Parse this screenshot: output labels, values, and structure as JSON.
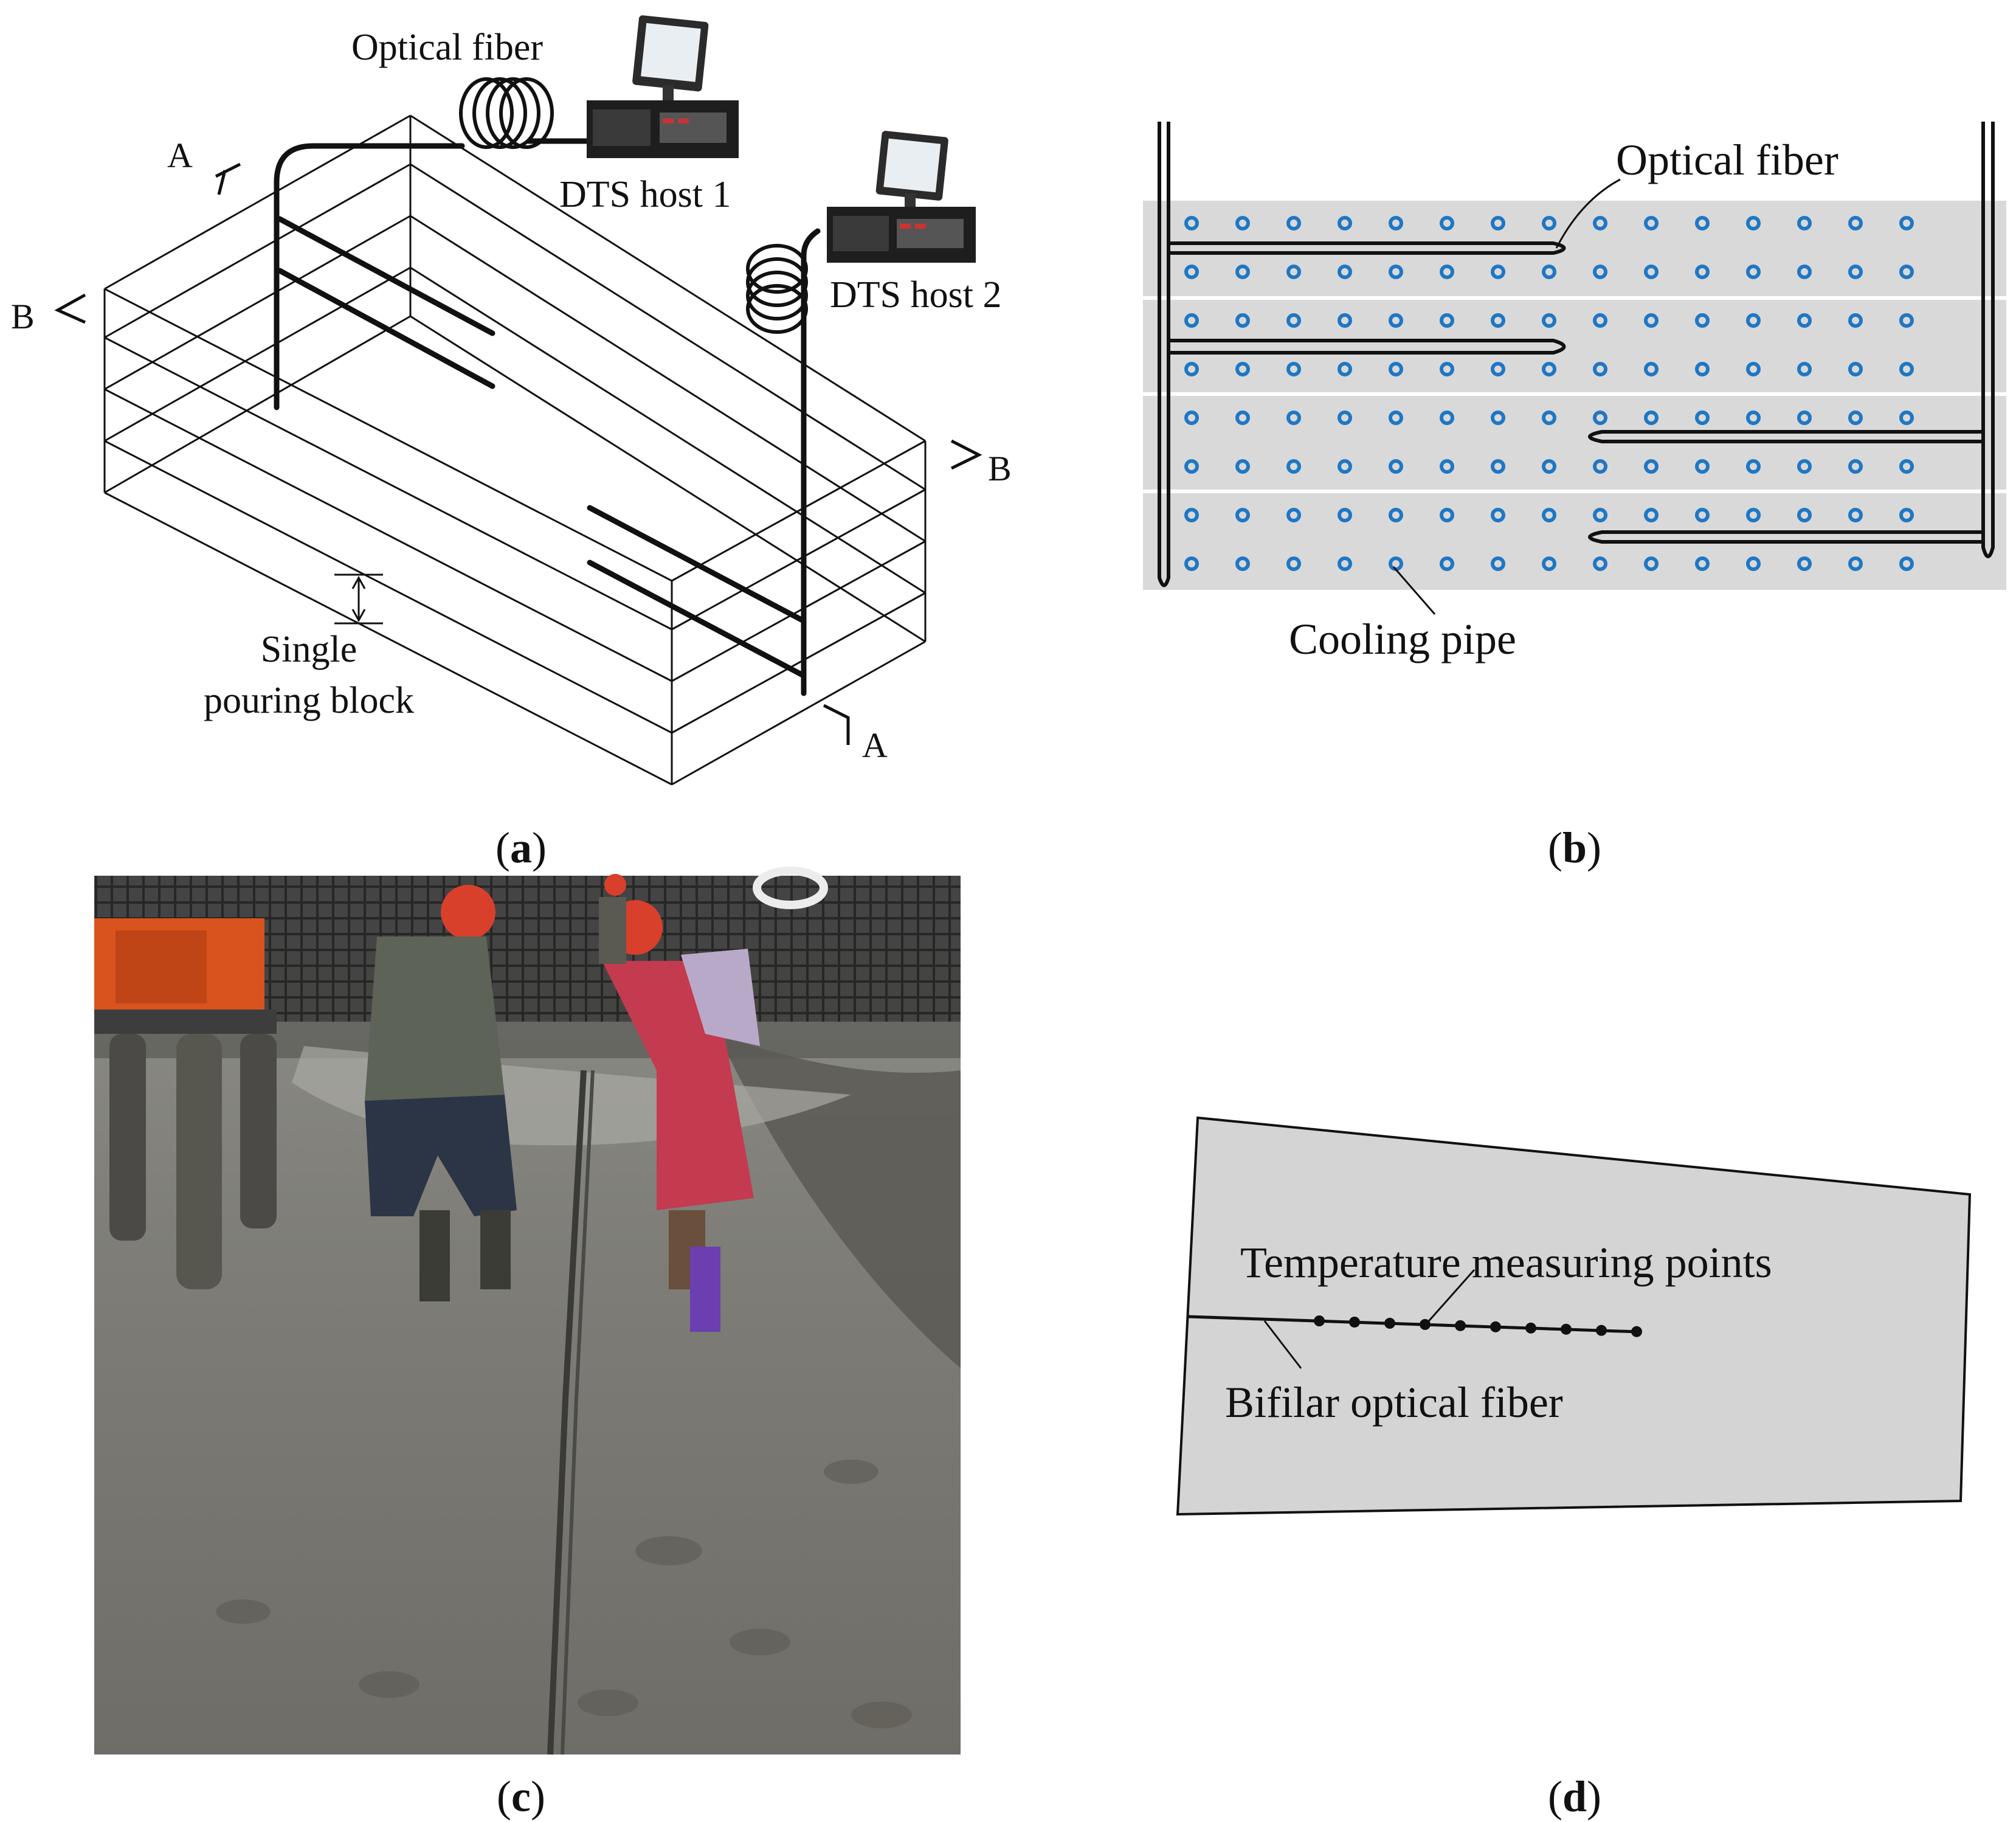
{
  "panel_a": {
    "optical_fiber": "Optical fiber",
    "dts_host_1": "DTS host 1",
    "dts_host_2": "DTS host 2",
    "section_a": "A",
    "section_b": "B",
    "single_pouring_block_line1": "Single",
    "single_pouring_block_line2": "pouring block",
    "caption_letter": "a"
  },
  "panel_b": {
    "optical_fiber": "Optical fiber",
    "cooling_pipe": "Cooling pipe",
    "caption_letter": "b",
    "colors": {
      "block": "#d9d9d9",
      "pipe": "#1f77c4"
    }
  },
  "panel_c": {
    "caption_letter": "c"
  },
  "panel_d": {
    "temperature_points": "Temperature measuring points",
    "bifilar_fiber": "Bifilar optical fiber",
    "caption_letter": "d",
    "colors": {
      "section": "#d4d4d4"
    }
  }
}
